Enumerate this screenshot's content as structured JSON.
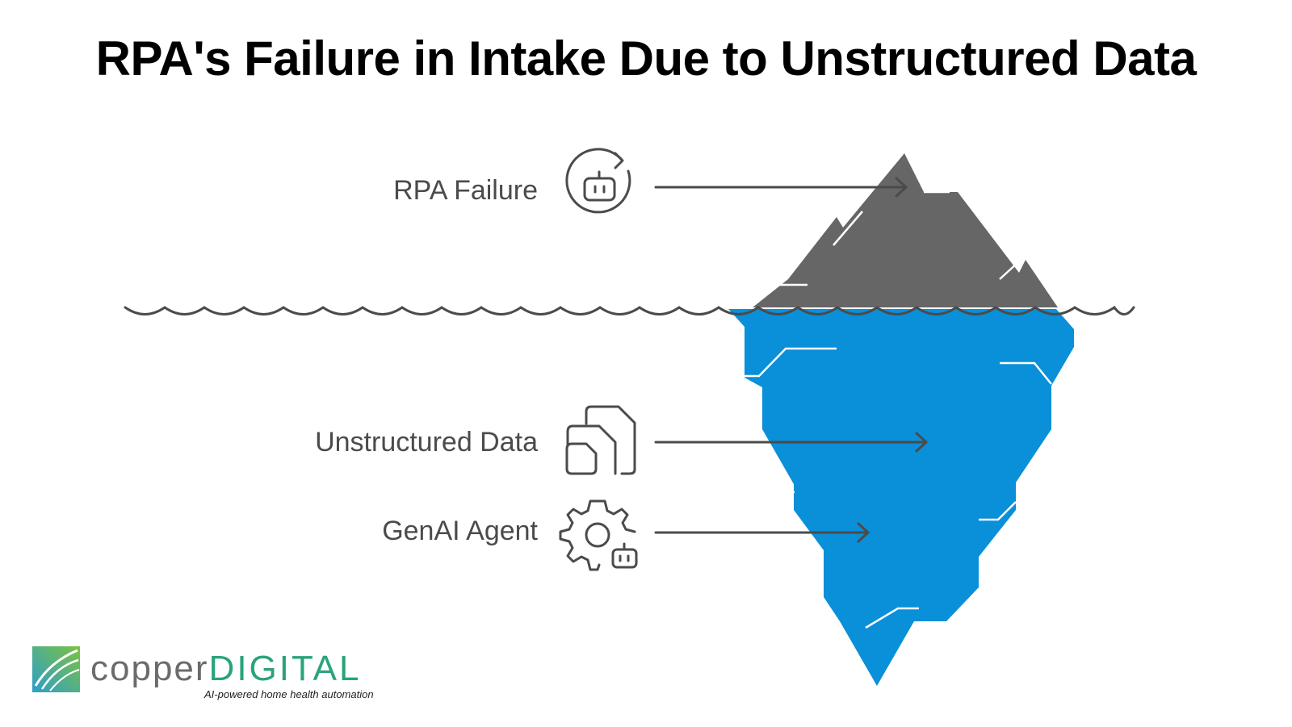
{
  "title": "RPA's Failure in Intake Due to Unstructured Data",
  "layers": [
    {
      "label": "RPA Failure",
      "icon": "robot-refresh-icon",
      "zone": "above-water"
    },
    {
      "label": "Unstructured Data",
      "icon": "documents-icon",
      "zone": "below-water"
    },
    {
      "label": "GenAI Agent",
      "icon": "gear-robot-icon",
      "zone": "below-water"
    }
  ],
  "brand": {
    "name_part1": "copper",
    "name_part2": "DIGITAL",
    "tagline": "AI-powered home health automation"
  },
  "colors": {
    "iceberg_top": "#666666",
    "iceberg_bottom": "#0a8fd9",
    "water_line": "#4b4b4b",
    "label_text": "#4b4b4b",
    "brand_accent": "#2aa37a"
  }
}
